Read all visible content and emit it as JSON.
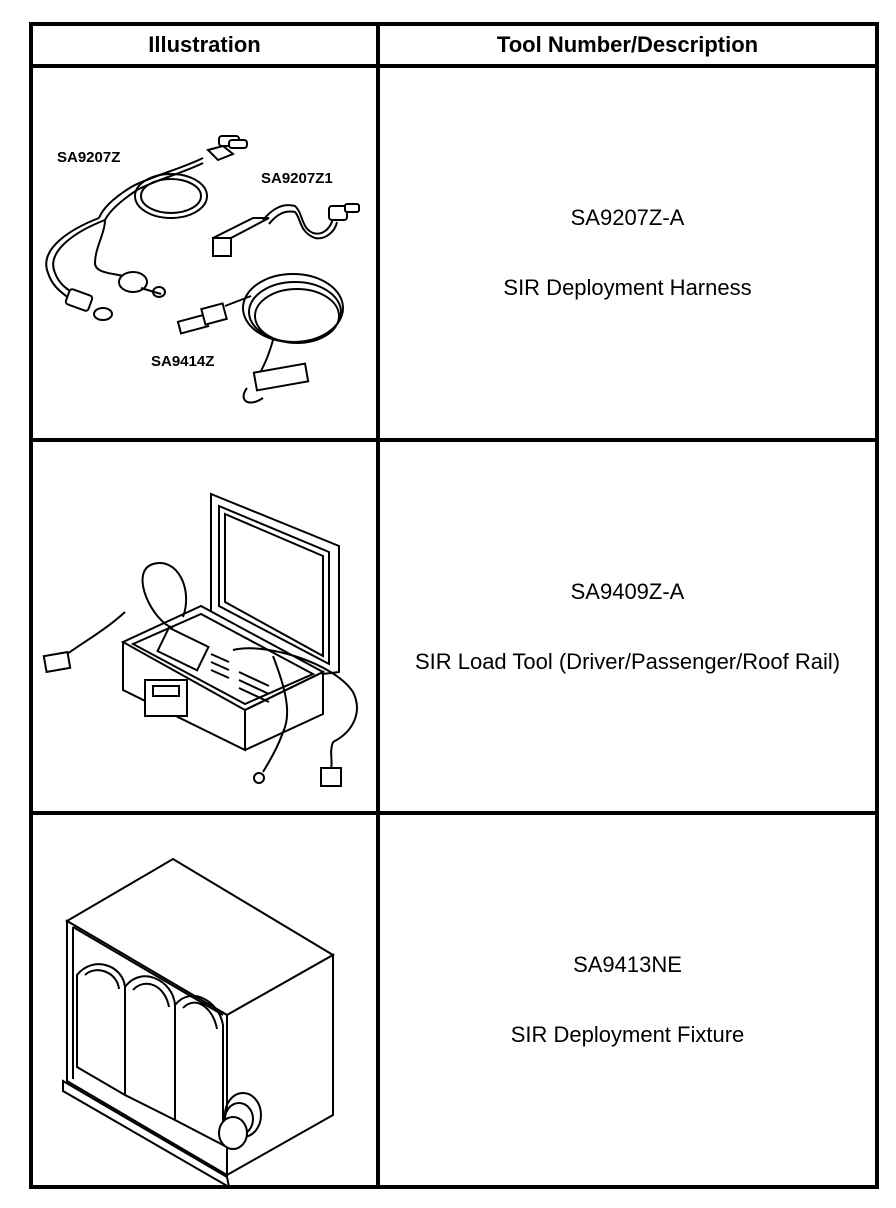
{
  "table": {
    "headers": {
      "illustration": "Illustration",
      "tool": "Tool Number/Description"
    },
    "rows": [
      {
        "tool_number": "SA9207Z-A",
        "description": "SIR Deployment Harness",
        "illustration_labels": [
          "SA9207Z",
          "SA9207Z1",
          "SA9414Z"
        ]
      },
      {
        "tool_number": "SA9409Z-A",
        "description": "SIR Load Tool (Driver/Passenger/Roof Rail)"
      },
      {
        "tool_number": "SA9413NE",
        "description": "SIR Deployment Fixture"
      }
    ]
  }
}
